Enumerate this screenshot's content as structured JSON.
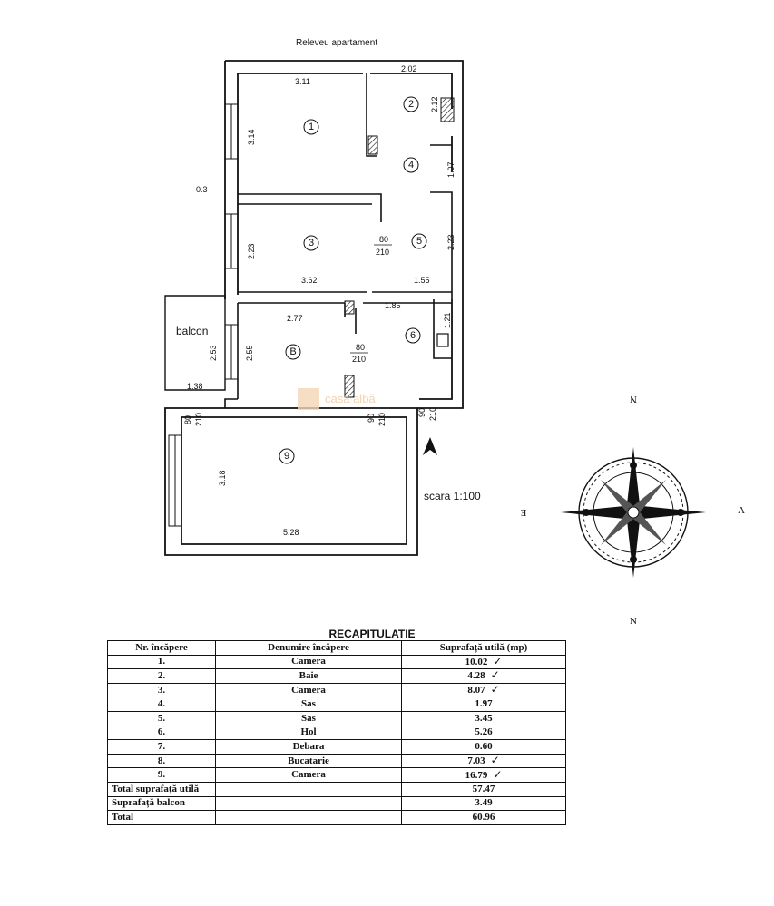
{
  "header": {
    "title": "Releveu apartament",
    "scale": "scara 1:100"
  },
  "watermark": "casa albă",
  "rooms": [
    "1",
    "2",
    "3",
    "4",
    "5",
    "6",
    "B",
    "9"
  ],
  "balcony_label": "balcon",
  "dimensions": {
    "d1": "3.11",
    "d2": "2.02",
    "d3": "2.12",
    "d4": "3.14",
    "d5": "1.07",
    "d6": "0.3",
    "d7": "2.23",
    "d8": "2.23",
    "d9": "3.62",
    "d10": "1.55",
    "d11": "2.77",
    "d12": "1.85",
    "d13": "1.21",
    "d14": "2.53",
    "d15": "2.55",
    "d16": "1.38",
    "d17": "3.18",
    "d18": "5.28"
  },
  "doors": {
    "d1": {
      "w": "80",
      "h": "210"
    },
    "d2": {
      "w": "80",
      "h": "210"
    },
    "d3": {
      "w": "80",
      "h": "210"
    },
    "d4": {
      "w": "90",
      "h": "210"
    },
    "d5": {
      "w": "90",
      "h": "210"
    }
  },
  "compass": {
    "n": "N",
    "e": "E",
    "a": "A"
  },
  "recap": {
    "title": "RECAPITULATIE",
    "headers": [
      "Nr. încăpere",
      "Denumire încăpere",
      "Suprafață utilă (mp)"
    ],
    "rows": [
      {
        "nr": "1.",
        "name": "Camera",
        "area": "10.02",
        "check": "✓"
      },
      {
        "nr": "2.",
        "name": "Baie",
        "area": "4.28",
        "check": "✓"
      },
      {
        "nr": "3.",
        "name": "Camera",
        "area": "8.07",
        "check": "✓"
      },
      {
        "nr": "4.",
        "name": "Sas",
        "area": "1.97",
        "check": ""
      },
      {
        "nr": "5.",
        "name": "Sas",
        "area": "3.45",
        "check": ""
      },
      {
        "nr": "6.",
        "name": "Hol",
        "area": "5.26",
        "check": ""
      },
      {
        "nr": "7.",
        "name": "Debara",
        "area": "0.60",
        "check": ""
      },
      {
        "nr": "8.",
        "name": "Bucatarie",
        "area": "7.03",
        "check": "✓"
      },
      {
        "nr": "9.",
        "name": "Camera",
        "area": "16.79",
        "check": "✓"
      }
    ],
    "totals": [
      {
        "label": "Total suprafață utilă",
        "value": "57.47"
      },
      {
        "label": "Suprafață balcon",
        "value": "3.49"
      },
      {
        "label": "Total",
        "value": "60.96"
      }
    ]
  }
}
